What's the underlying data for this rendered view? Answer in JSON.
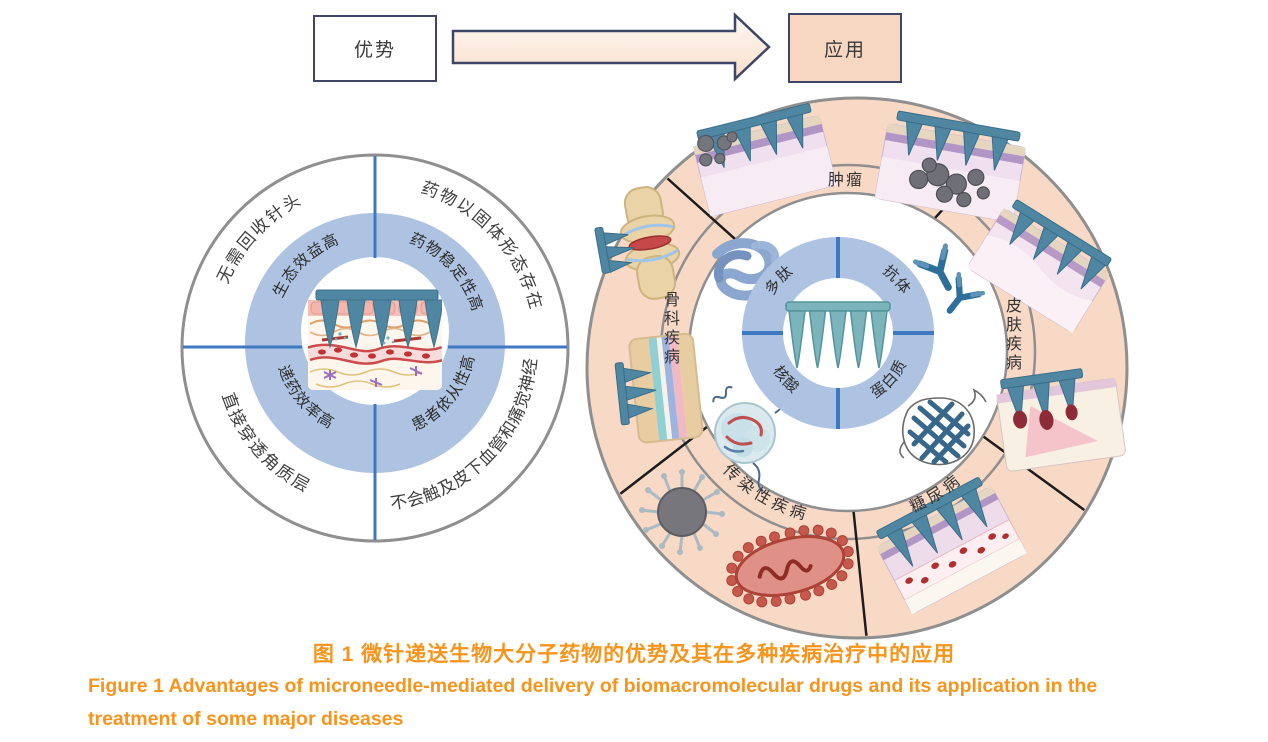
{
  "figure": {
    "flow": {
      "advantages_label": "优势",
      "applications_label": "应用"
    },
    "advantages_wheel": {
      "outer_labels": [
        "无需回收针头",
        "药物以固体形态存在",
        "直接穿透角质层",
        "不会触及皮下血管和痛觉神经"
      ],
      "inner_labels": [
        "生态效益高",
        "药物稳定性高",
        "递药效率高",
        "患者依从性高"
      ],
      "center_icon": "microneedle-patch-in-skin-illustration"
    },
    "applications_wheel": {
      "disease_labels": [
        "肿瘤",
        "皮肤疾病",
        "糖尿病",
        "传染性疾病",
        "骨科疾病"
      ],
      "molecule_labels": [
        "多肽",
        "抗体",
        "核酸",
        "蛋白质"
      ],
      "segment_icons": [
        "tumor-patch-icon",
        "skin-patch-icon",
        "diabetes-patch-icon",
        "virus-icon",
        "bacterium-icon",
        "knee-joint-icon",
        "spine-icon"
      ],
      "molecule_icons": [
        "polypeptide-icon",
        "antibody-icon",
        "lipid-nanoparticle-icon",
        "beta-barrel-protein-icon"
      ],
      "center_icon": "microneedle-patch"
    },
    "caption": {
      "zh": "图 1  微针递送生物大分子药物的优势及其在多种疾病治疗中的应用",
      "en_line1": "Figure 1  Advantages of microneedle-mediated delivery of biomacromolecular drugs and its application in the",
      "en_line2": "treatment of some major diseases"
    },
    "colors": {
      "caption_orange": "#f7941d",
      "ring_blue": "#aec3e2",
      "divider_blue": "#3e78c0",
      "outer_ring_peach": "#f8d9c6",
      "box_navy_border": "#3d4668",
      "needle_teal": "#4f87a3",
      "circle_gray": "#8f8f8f"
    }
  }
}
